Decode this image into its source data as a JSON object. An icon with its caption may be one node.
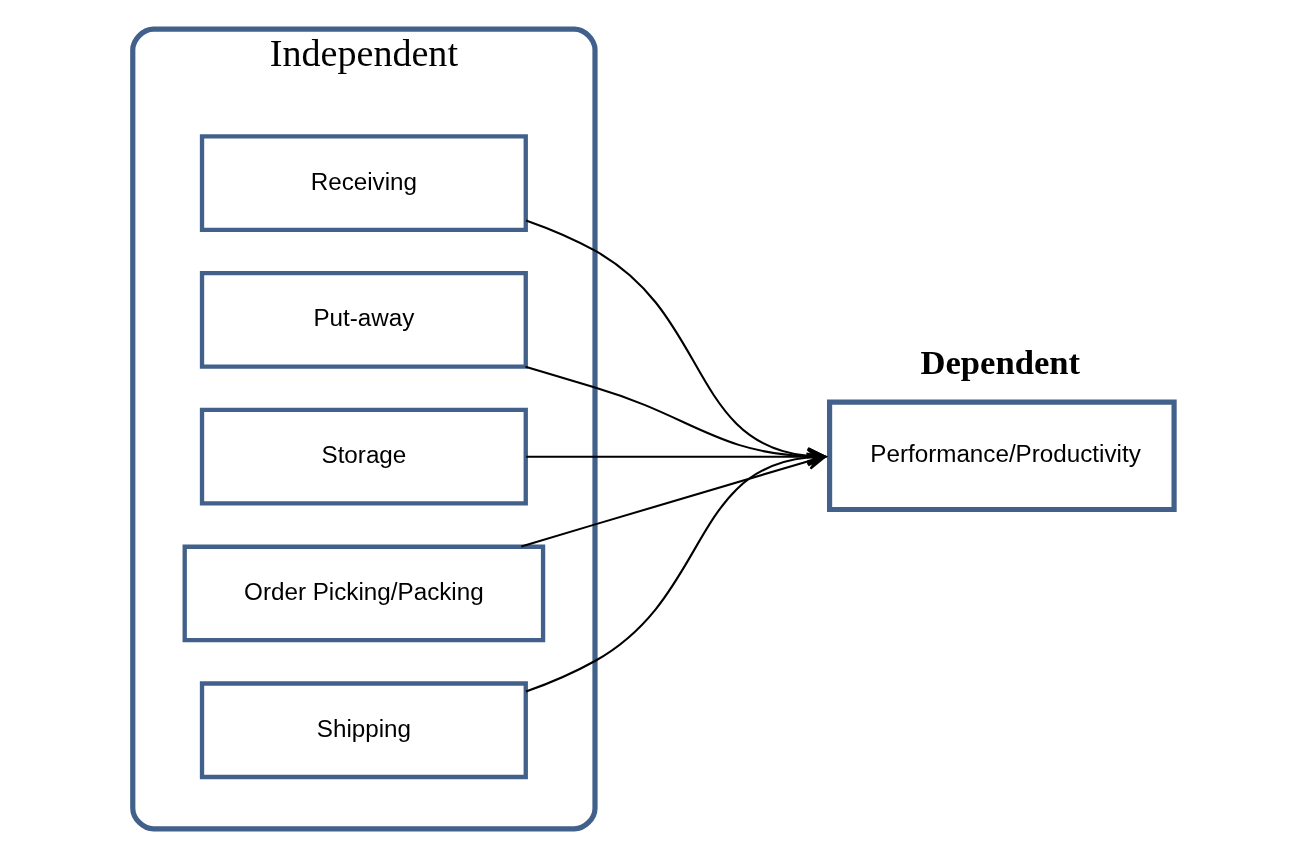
{
  "diagram": {
    "nodes": [
      {
        "text": [
          "Independent"
        ]
      },
      {
        "text": [
          "Receiving"
        ],
        "in": 0
      },
      {
        "text": [
          "Put-away"
        ],
        "in": 0
      },
      {
        "text": [
          "Storage"
        ],
        "in": 0
      },
      {
        "text": [
          "Order Picking/Packing"
        ],
        "in": 0
      },
      {
        "text": [
          "Shipping"
        ],
        "in": 0
      },
      {
        "text": [
          "Performance/Productivity"
        ],
        "beside": [
          "Dependent"
        ]
      }
    ],
    "edges": [
      {
        "from": 1,
        "to": 6,
        "arrow": "to"
      },
      {
        "from": 2,
        "to": 6,
        "arrow": "to"
      },
      {
        "from": 3,
        "to": 6,
        "arrow": "to"
      },
      {
        "from": 4,
        "to": 6,
        "arrow": "to"
      },
      {
        "from": 5,
        "to": 6,
        "arrow": "to"
      }
    ]
  }
}
